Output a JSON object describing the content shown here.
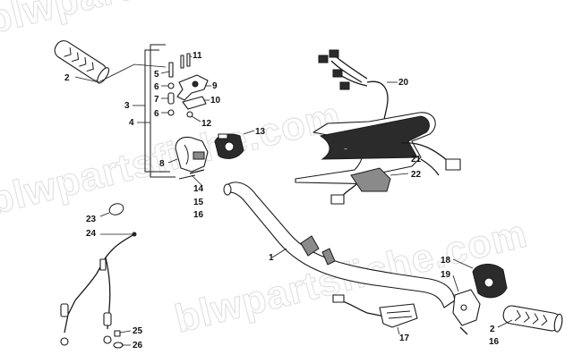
{
  "watermark": "blwpartsfiche.com",
  "callouts": [
    {
      "id": "c1",
      "text": "1"
    },
    {
      "id": "c2a",
      "text": "2"
    },
    {
      "id": "c2b",
      "text": "2"
    },
    {
      "id": "c3",
      "text": "3"
    },
    {
      "id": "c4",
      "text": "4"
    },
    {
      "id": "c5",
      "text": "5"
    },
    {
      "id": "c6a",
      "text": "6"
    },
    {
      "id": "c6b",
      "text": "6"
    },
    {
      "id": "c7",
      "text": "7"
    },
    {
      "id": "c8",
      "text": "8"
    },
    {
      "id": "c9",
      "text": "9"
    },
    {
      "id": "c10",
      "text": "10"
    },
    {
      "id": "c11",
      "text": "11"
    },
    {
      "id": "c12",
      "text": "12"
    },
    {
      "id": "c13",
      "text": "13"
    },
    {
      "id": "c14",
      "text": "14"
    },
    {
      "id": "c15",
      "text": "15"
    },
    {
      "id": "c16a",
      "text": "16"
    },
    {
      "id": "c16b",
      "text": "16"
    },
    {
      "id": "c17",
      "text": "17"
    },
    {
      "id": "c18",
      "text": "18"
    },
    {
      "id": "c19",
      "text": "19"
    },
    {
      "id": "c20",
      "text": "20"
    },
    {
      "id": "c21",
      "text": "21"
    },
    {
      "id": "c22",
      "text": "22"
    },
    {
      "id": "c23",
      "text": "23"
    },
    {
      "id": "c24",
      "text": "24"
    },
    {
      "id": "c25",
      "text": "25"
    },
    {
      "id": "c26",
      "text": "26"
    }
  ]
}
